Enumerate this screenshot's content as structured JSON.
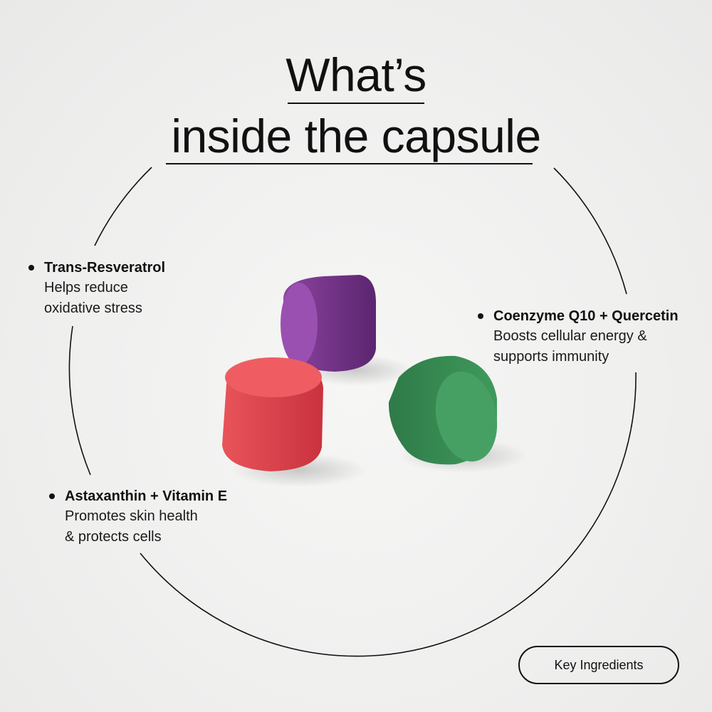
{
  "title": {
    "line1": "What’s",
    "line2": "inside the capsule"
  },
  "ingredients": [
    {
      "name": "Trans-Resveratrol",
      "desc1": "Helps reduce",
      "desc2": "oxidative stress"
    },
    {
      "name": "Coenzyme Q10 + Quercetin",
      "desc1": "Boosts cellular energy &",
      "desc2": "supports immunity"
    },
    {
      "name": "Astaxanthin + Vitamin E",
      "desc1": "Promotes skin health",
      "desc2": "& protects cells"
    }
  ],
  "button": {
    "label": "Key Ingredients"
  },
  "colors": {
    "background": "#f1f1f0",
    "text": "#111111",
    "capsule_purple": "#7a3a8e",
    "capsule_red": "#e04850",
    "capsule_green": "#3a8a55"
  }
}
